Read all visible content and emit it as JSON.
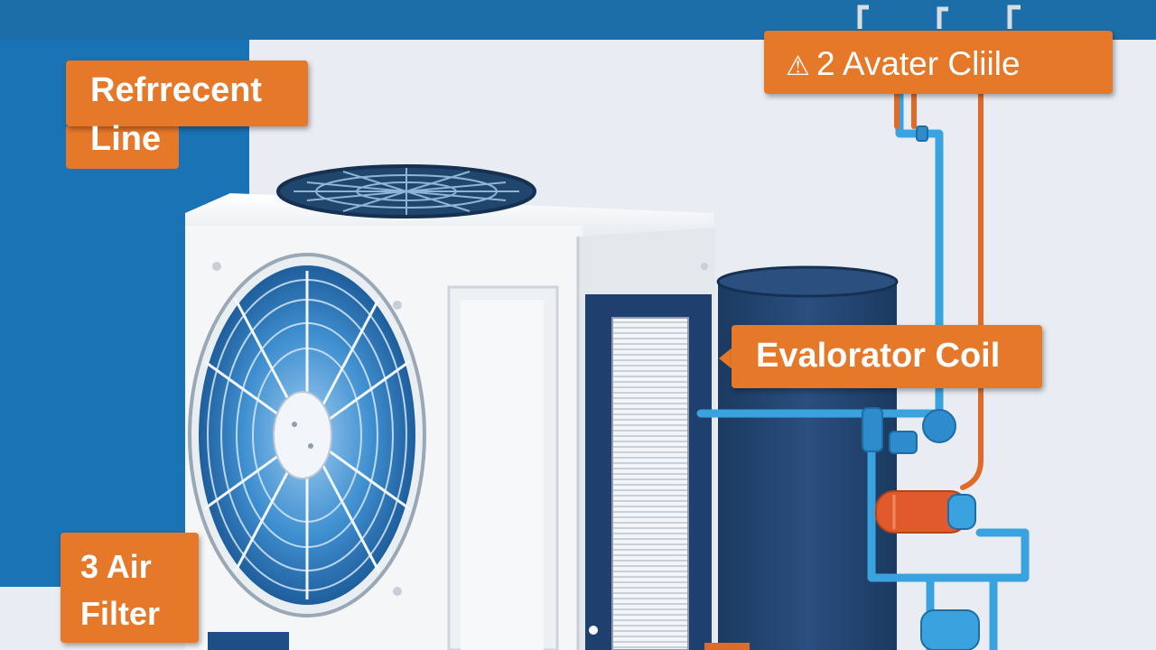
{
  "colors": {
    "top_bar": "#1c6ea8",
    "left_panel": "#1a73b4",
    "background": "#e9edf3",
    "callout_orange": "#e6782a",
    "unit_white": "#f4f6f8",
    "fan_blue": "#2d7fc4",
    "pipe_light_blue": "#3aa2de",
    "pipe_orange": "#e06a28",
    "tank_navy": "#1f3f67"
  },
  "callouts": {
    "refrigerant_line": {
      "line1": "Refrrecent",
      "line2": "Line"
    },
    "water_circuit": {
      "icon": "warning-icon",
      "icon_glyph": "⚠",
      "text": "2 Avater Cliile"
    },
    "evaporator_coil": {
      "text": "Evalorator Coil"
    },
    "air_filter": {
      "line1": "3 Air",
      "line2": "Filter"
    }
  }
}
